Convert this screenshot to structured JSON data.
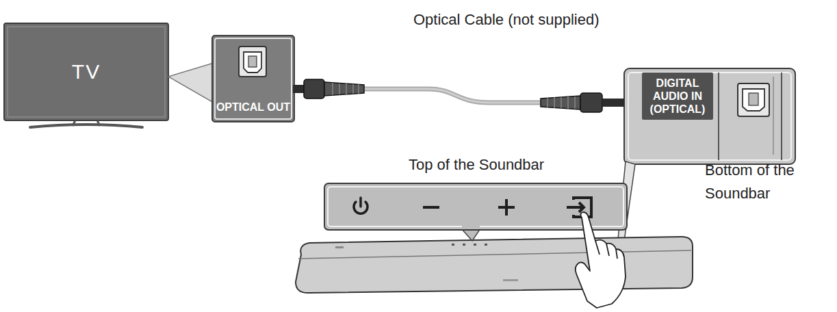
{
  "diagram": {
    "nodes": [
      {
        "text": [
          "TV"
        ]
      },
      {
        "text": [
          "OPTICAL OUT"
        ]
      },
      {
        "text": [
          "DIGITAL AUDIO IN (OPTICAL)"
        ]
      }
    ],
    "edges": [
      {
        "from": 1,
        "to": 2,
        "arrow": "none",
        "label": "Optical Cable (not supplied)"
      }
    ],
    "labels": [
      "Top of the Soundbar",
      "Bottom of the Soundbar"
    ]
  }
}
